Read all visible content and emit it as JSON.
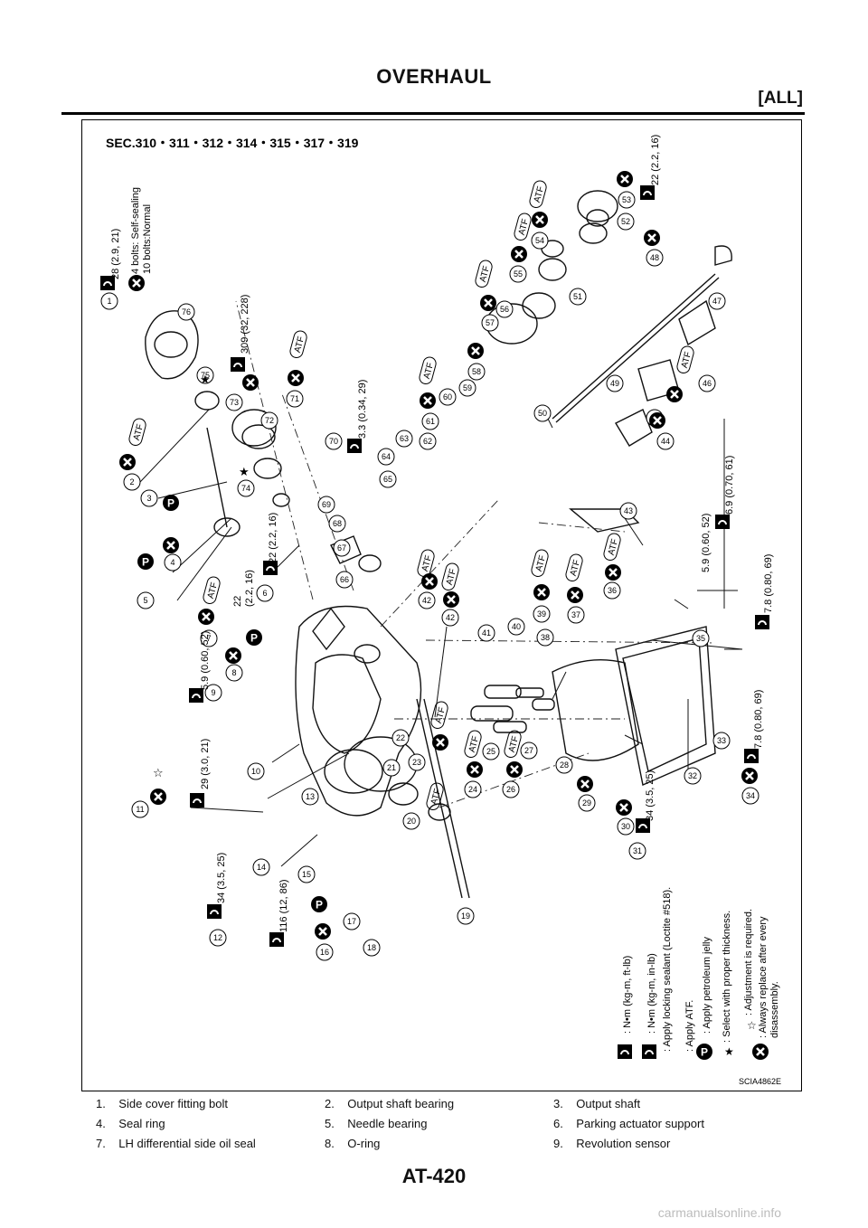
{
  "header": {
    "title": "OVERHAUL",
    "tag": "[ALL]"
  },
  "figure": {
    "section_title": "SEC.310・311・312・314・315・317・319",
    "figure_id": "SCIA4862E",
    "atf_label": "ATF",
    "p_label": "P",
    "torque_callouts": [
      "28 (2.9, 21)",
      "309 (32, 228)",
      "3.3 (0.34, 29)",
      "22 (2.2, 16)",
      "22",
      "(2.2, 16)",
      "5.9 (0.60, 52)",
      "29 (3.0, 21)",
      "34 (3.5, 25)",
      "116 (12, 86)",
      "34 (3.5, 25)",
      "7.8 (0.80, 69)",
      "7.8 (0.80, 69)",
      "5.9 (0.60, 52)",
      "6.9 (0.70, 61)",
      "22 (2.2, 16)"
    ],
    "bolts_note": [
      "4 bolts: Self-sealing",
      "10 bolts:Normal"
    ],
    "part_numbers": [
      "1",
      "2",
      "3",
      "4",
      "5",
      "6",
      "7",
      "8",
      "9",
      "10",
      "11",
      "12",
      "13",
      "14",
      "15",
      "16",
      "17",
      "18",
      "19",
      "20",
      "21",
      "22",
      "23",
      "24",
      "25",
      "26",
      "27",
      "28",
      "29",
      "30",
      "31",
      "32",
      "33",
      "34",
      "35",
      "36",
      "37",
      "38",
      "39",
      "40",
      "41",
      "42",
      "42",
      "43",
      "44",
      "45",
      "46",
      "47",
      "48",
      "49",
      "50",
      "51",
      "52",
      "53",
      "54",
      "55",
      "56",
      "57",
      "58",
      "59",
      "60",
      "61",
      "62",
      "63",
      "64",
      "65",
      "66",
      "67",
      "68",
      "69",
      "70",
      "71",
      "72",
      "73",
      "74",
      "75",
      "76"
    ],
    "symbol_legend": [
      ": N•m (kg-m, ft-lb)",
      ": N•m (kg-m, in-lb)",
      ": Apply locking sealant (Loctite #518).",
      ": Apply ATF.",
      ": Apply petroleum jelly",
      ": Select with proper thickness.",
      ": Adjustment is required.",
      ": Always replace after every",
      "disassembly."
    ]
  },
  "legend_items": [
    [
      "1.",
      "Side cover fitting bolt",
      "2.",
      "Output shaft bearing",
      "3.",
      "Output shaft"
    ],
    [
      "4.",
      "Seal ring",
      "5.",
      "Needle bearing",
      "6.",
      "Parking actuator support"
    ],
    [
      "7.",
      "LH differential side oil seal",
      "8.",
      "O-ring",
      "9.",
      "Revolution sensor"
    ]
  ],
  "page_number": "AT-420",
  "watermark": "carmanualsonline.info"
}
